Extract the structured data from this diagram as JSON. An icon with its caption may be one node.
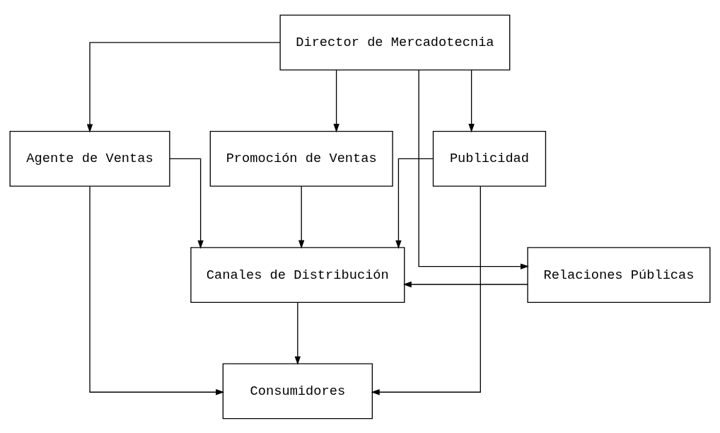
{
  "diagram": {
    "nodes": [
      {
        "text": [
          "Director de Mercadotecnia"
        ]
      },
      {
        "text": [
          "Publicidad"
        ]
      },
      {
        "text": [
          "Promoción de Ventas"
        ]
      },
      {
        "text": [
          "Agente de Ventas"
        ]
      },
      {
        "text": [
          "Relaciones Públicas"
        ]
      },
      {
        "text": [
          "Canales de Distribución"
        ]
      },
      {
        "text": [
          "Consumidores"
        ]
      }
    ],
    "edges": [
      {
        "from": 0,
        "to": 1,
        "arrow": "to"
      },
      {
        "from": 0,
        "to": 2,
        "arrow": "to"
      },
      {
        "from": 0,
        "to": 3,
        "arrow": "to"
      },
      {
        "from": 0,
        "to": 4,
        "arrow": "to"
      },
      {
        "from": 2,
        "to": 5,
        "arrow": "to"
      },
      {
        "from": 1,
        "to": 5,
        "arrow": "to"
      },
      {
        "from": 3,
        "to": 5,
        "arrow": "to"
      },
      {
        "from": 4,
        "to": 5,
        "arrow": "to"
      },
      {
        "from": 5,
        "to": 6,
        "arrow": "to"
      },
      {
        "from": 1,
        "to": 6,
        "arrow": "to"
      },
      {
        "from": 3,
        "to": 6,
        "arrow": "to"
      }
    ]
  }
}
